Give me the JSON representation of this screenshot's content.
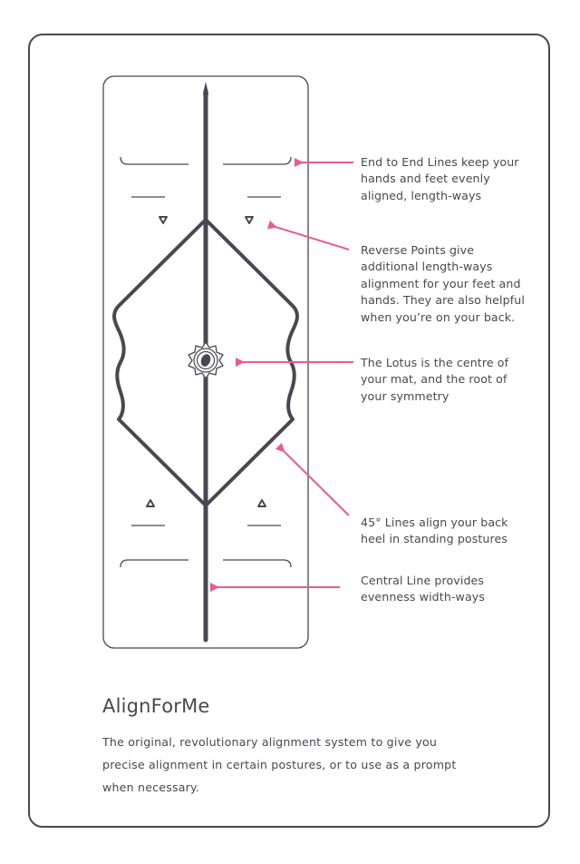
{
  "callouts": {
    "end_to_end": "End to End Lines keep your hands and feet evenly aligned, length-ways",
    "reverse_points": "Reverse Points give additional length-ways alignment for your feet and hands. They are also helpful when you’re on your back.",
    "lotus": "The Lotus is the centre of your mat, and the root of your symmetry",
    "lines_45": "45° Lines align your back heel in standing postures",
    "central_line": "Central Line provides evenness width-ways"
  },
  "footer": {
    "title": "AlignForMe",
    "description": "The original, revolutionary alignment system to give you precise alignment in certain postures, or to use as a prompt when necessary."
  },
  "colors": {
    "ink": "#4a4752",
    "accent": "#e85d8c"
  }
}
